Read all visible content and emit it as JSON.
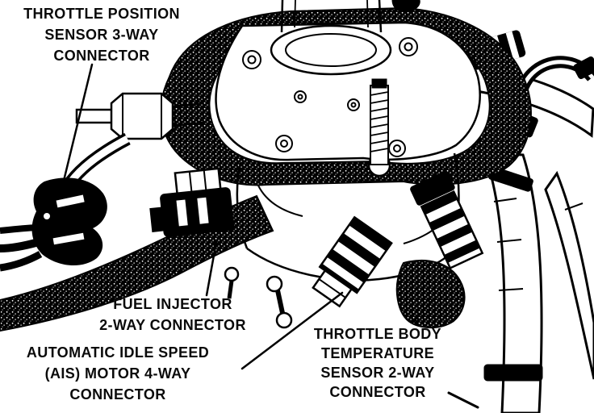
{
  "colors": {
    "ink": "#000000",
    "paper": "#ffffff"
  },
  "labels": {
    "throttle_position_sensor": {
      "lines": [
        "THROTTLE POSITION",
        "SENSOR 3-WAY",
        "CONNECTOR"
      ]
    },
    "fuel_injector": {
      "lines": [
        "FUEL INJECTOR",
        "2-WAY CONNECTOR"
      ]
    },
    "ais_motor": {
      "lines": [
        "AUTOMATIC IDLE SPEED",
        "(AIS) MOTOR 4-WAY",
        "CONNECTOR"
      ]
    },
    "throttle_body_temp_sensor": {
      "lines": [
        "THROTTLE BODY",
        "TEMPERATURE",
        "SENSOR 2-WAY",
        "CONNECTOR"
      ]
    }
  }
}
